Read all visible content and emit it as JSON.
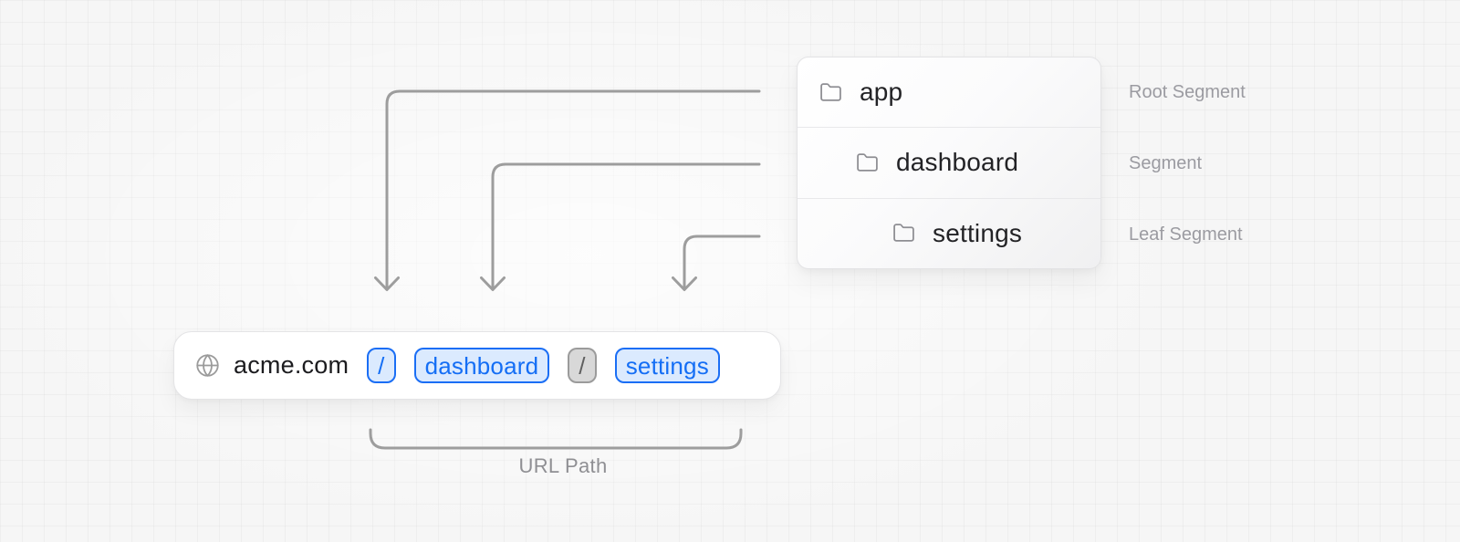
{
  "diagram": {
    "folder_tree": {
      "rows": [
        {
          "label": "app",
          "annotation": "Root Segment",
          "icon": "folder-icon"
        },
        {
          "label": "dashboard",
          "annotation": "Segment",
          "icon": "folder-icon"
        },
        {
          "label": "settings",
          "annotation": "Leaf Segment",
          "icon": "folder-icon"
        }
      ]
    },
    "url_bar": {
      "site_icon": "globe-icon",
      "domain": "acme.com",
      "segments": [
        {
          "text": "/",
          "highlight": "blue"
        },
        {
          "text": "dashboard",
          "highlight": "blue"
        },
        {
          "text": "/",
          "highlight": "gray"
        },
        {
          "text": "settings",
          "highlight": "blue"
        }
      ]
    },
    "bracket": {
      "label": "URL Path"
    }
  },
  "colors": {
    "arrow": "#9d9d9d",
    "accent_blue": "#146ef5",
    "accent_blue_bg": "#dbeafe",
    "gray_chip_border": "#9b9b9b",
    "gray_chip_bg": "#d8d8d8",
    "folder_text": "#232326",
    "annotation_text": "#9b9ba1"
  }
}
